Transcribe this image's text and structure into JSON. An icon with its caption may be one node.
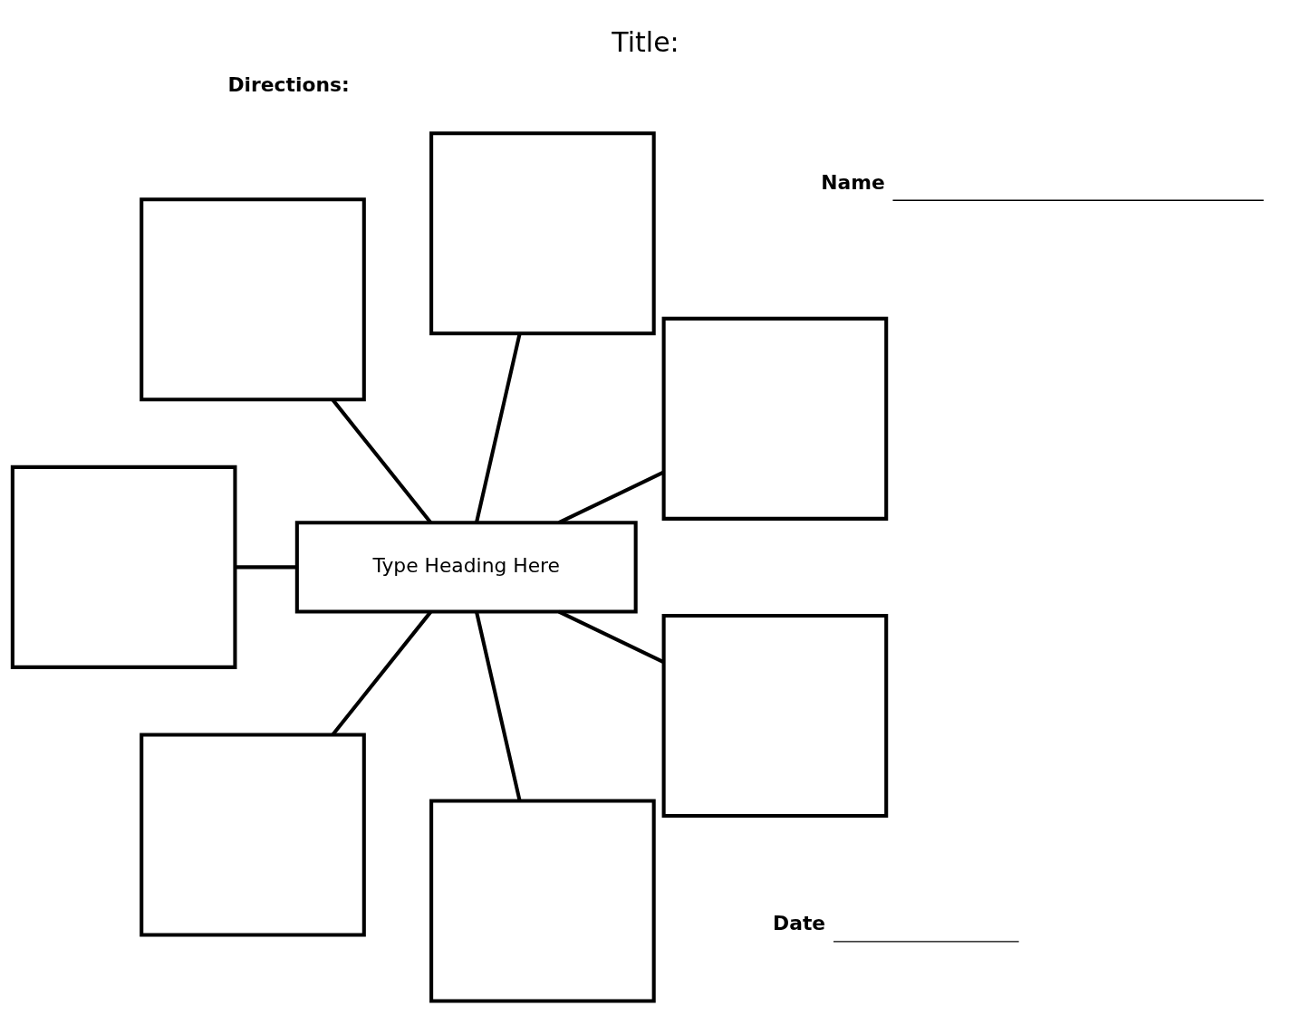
{
  "diagram": {
    "title": "Title:",
    "nodes": [
      {
        "text": [],
        "shape": "box"
      },
      {
        "text": [],
        "shape": "box"
      },
      {
        "text": [],
        "shape": "box"
      },
      {
        "text": [],
        "shape": "box"
      },
      {
        "text": [
          "Type Heading Here"
        ]
      },
      {
        "text": [],
        "shape": "box"
      },
      {
        "text": [],
        "shape": "box"
      },
      {
        "text": [],
        "shape": "box"
      }
    ],
    "edges": [
      {
        "from": 4,
        "to": 0,
        "arrow": "none"
      },
      {
        "from": 4,
        "to": 1,
        "arrow": "none"
      },
      {
        "from": 4,
        "to": 2,
        "arrow": "none"
      },
      {
        "from": 4,
        "to": 3,
        "arrow": "none"
      },
      {
        "from": 4,
        "to": 5,
        "arrow": "none"
      },
      {
        "from": 4,
        "to": 6,
        "arrow": "none"
      },
      {
        "from": 4,
        "to": 7,
        "arrow": "none"
      }
    ],
    "labels": [
      "Name",
      "Date",
      "Directions:"
    ]
  }
}
